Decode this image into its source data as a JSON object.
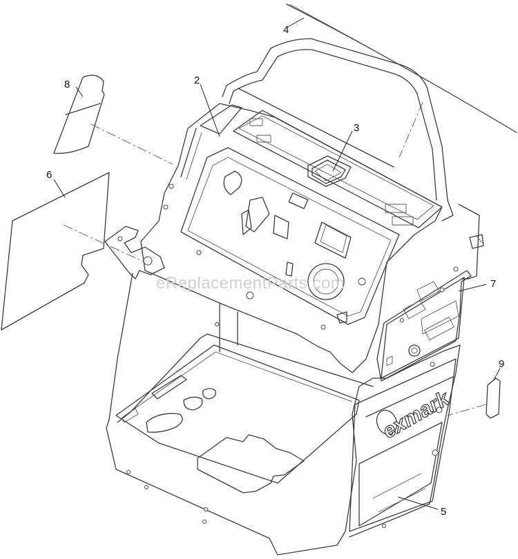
{
  "callouts": [
    {
      "id": "1",
      "label": "2"
    },
    {
      "id": "2",
      "label": "3"
    },
    {
      "id": "3",
      "label": "4"
    },
    {
      "id": "4",
      "label": "5"
    },
    {
      "id": "5",
      "label": "6"
    },
    {
      "id": "6",
      "label": "7"
    },
    {
      "id": "7",
      "label": "8"
    },
    {
      "id": "8",
      "label": "9"
    }
  ],
  "watermark": "eReplacementParts.com",
  "brand_logo": "exmark"
}
